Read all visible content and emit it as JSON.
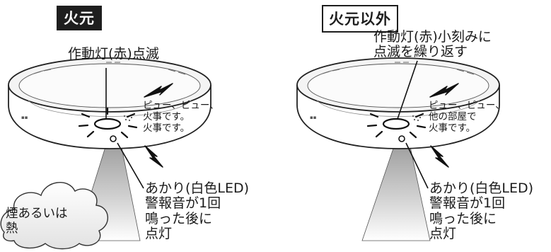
{
  "left_panel": {
    "tag": "火元",
    "indicator_callout": "作動灯(赤)点滅",
    "voice_lines": [
      "ピュー、ピュー、",
      "火事です。",
      "火事です。"
    ],
    "light_lines": [
      "あかり(白色LED)",
      "警報音が1回",
      "鳴った後に",
      "点灯"
    ],
    "cloud_lines": [
      "煙あるいは",
      "熱"
    ]
  },
  "right_panel": {
    "tag": "火元以外",
    "indicator_callout_lines": [
      "作動灯(赤)小刻みに",
      "点滅を繰り返す"
    ],
    "voice_lines": [
      "ピュー、ピュー、",
      "他の部屋で",
      "火事です。"
    ],
    "light_lines": [
      "あかり(白色LED)",
      "警報音が1回",
      "鳴った後に",
      "点灯"
    ]
  },
  "colors": {
    "ink": "#1a1a1a",
    "light_beam_top": "#9a9a9a",
    "light_beam_bottom": "#ffffff",
    "device_shade": "#e9e9e9"
  }
}
